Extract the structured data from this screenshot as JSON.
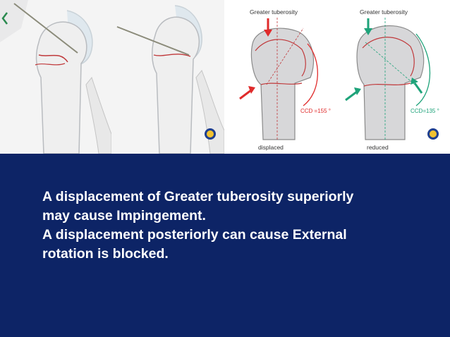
{
  "slide": {
    "background_color": "#0d2466",
    "text_color": "#ffffff"
  },
  "figure": {
    "displaced": {
      "label_top": "Greater tuberosity",
      "angle_label": "CCD =155 °",
      "caption": "displaced",
      "arrow_color": "#e02b2b"
    },
    "reduced": {
      "label_top": "Greater tuberosity",
      "angle_label": "CCD=135 °",
      "caption": "reduced",
      "arrow_color": "#1ea37a"
    }
  },
  "text": {
    "line1": "A displacement of Greater tuberosity superiorly",
    "line2": "may cause Impingement.",
    "line3": "A displacement posteriorly  can cause External",
    "line4": "rotation is blocked."
  }
}
